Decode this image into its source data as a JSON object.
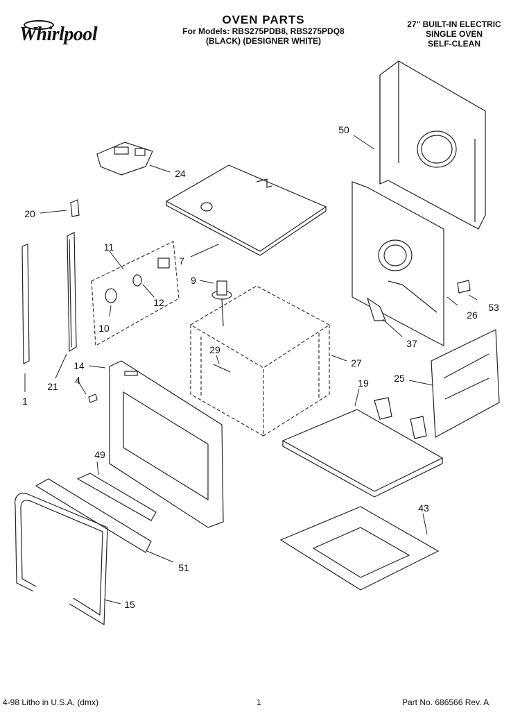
{
  "header": {
    "brand": "Whirlpool",
    "title": "OVEN PARTS",
    "models_line": "For Models: RBS275PDB8, RBS275PDQ8",
    "colors_line": "(BLACK)  (DESIGNER WHITE)",
    "product_lines": [
      "27\" BUILT-IN ELECTRIC",
      "SINGLE OVEN",
      "SELF-CLEAN"
    ]
  },
  "footer": {
    "left": "4-98 Litho in U.S.A. (dmx)",
    "center": "1",
    "right": "Part No. 686566 Rev. A"
  },
  "part_numbers": [
    "50",
    "24",
    "20",
    "11",
    "7",
    "9",
    "12",
    "10",
    "53",
    "26",
    "37",
    "29",
    "27",
    "21",
    "14",
    "4",
    "1",
    "25",
    "19",
    "49",
    "43",
    "51",
    "15"
  ]
}
